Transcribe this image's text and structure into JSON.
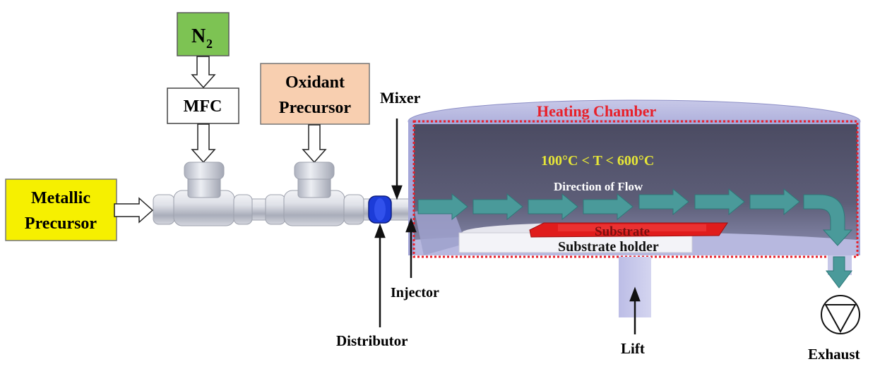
{
  "labels": {
    "n2_main": "N",
    "n2_sub": "2",
    "mfc": "MFC",
    "oxidant_line1": "Oxidant",
    "oxidant_line2": "Precursor",
    "metallic_line1": "Metallic",
    "metallic_line2": "Precursor",
    "mixer": "Mixer",
    "heating_chamber": "Heating Chamber",
    "temperature_range": "100°C < T < 600°C",
    "direction_of_flow": "Direction of Flow",
    "substrate": "Substrate",
    "substrate_holder": "Substrate holder",
    "injector": "Injector",
    "distributor": "Distributor",
    "lift": "Lift",
    "exhaust": "Exhaust"
  },
  "colors": {
    "n2_box": "#7dc353",
    "oxidant_box": "#f8cfb0",
    "metallic_box": "#f6f000",
    "chamber_outline": "#e8202a",
    "heating_chamber_text": "#e8202a",
    "temperature_text": "#e6e637",
    "flow_arrow": "#4a9a9a",
    "substrate": "#e01c1c",
    "distributor": "#1c3cd8"
  }
}
